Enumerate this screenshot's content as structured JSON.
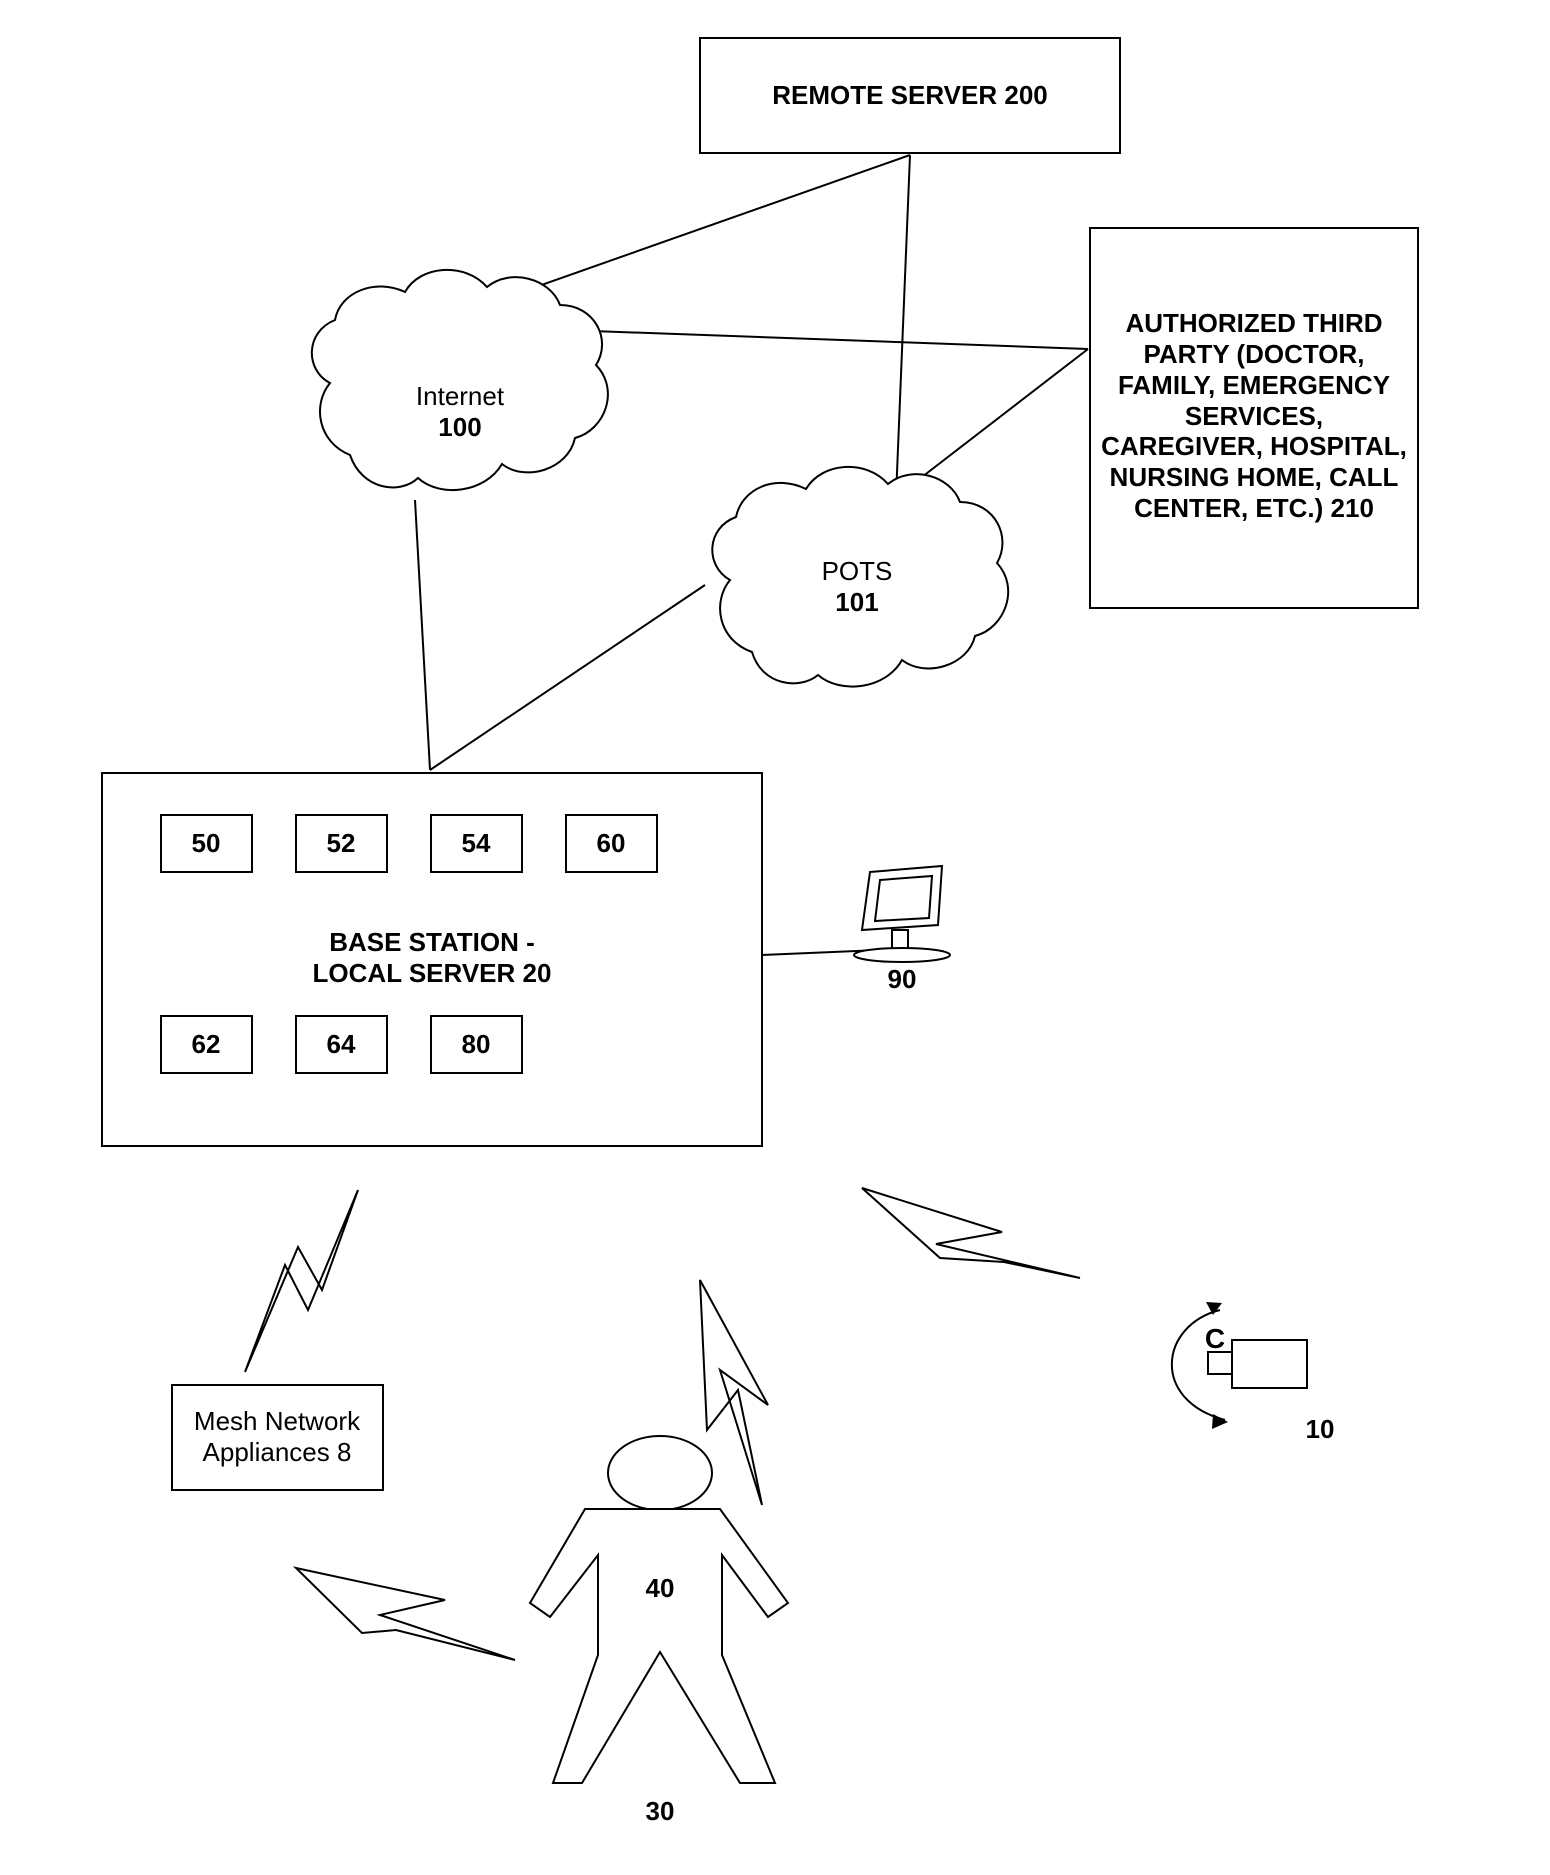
{
  "remote_server": {
    "label": "REMOTE SERVER 200"
  },
  "third_party": {
    "lines": [
      "AUTHORIZED THIRD",
      "PARTY (DOCTOR,",
      "FAMILY, EMERGENCY",
      "SERVICES,",
      "CAREGIVER, HOSPITAL,",
      "NURSING HOME, CALL",
      "CENTER, ETC.) 210"
    ]
  },
  "internet": {
    "name": "Internet",
    "ref": "100"
  },
  "pots": {
    "name": "POTS",
    "ref": "101"
  },
  "base_station": {
    "label_line1": "BASE STATION -",
    "label_line2": "LOCAL SERVER 20",
    "modules_top": [
      "50",
      "52",
      "54",
      "60"
    ],
    "modules_bottom": [
      "62",
      "64",
      "80"
    ]
  },
  "monitor": {
    "ref": "90"
  },
  "camera": {
    "ref": "10",
    "glyph": "C"
  },
  "mesh": {
    "line1": "Mesh Network",
    "line2": "Appliances 8"
  },
  "person": {
    "body_ref": "40",
    "person_ref": "30"
  }
}
